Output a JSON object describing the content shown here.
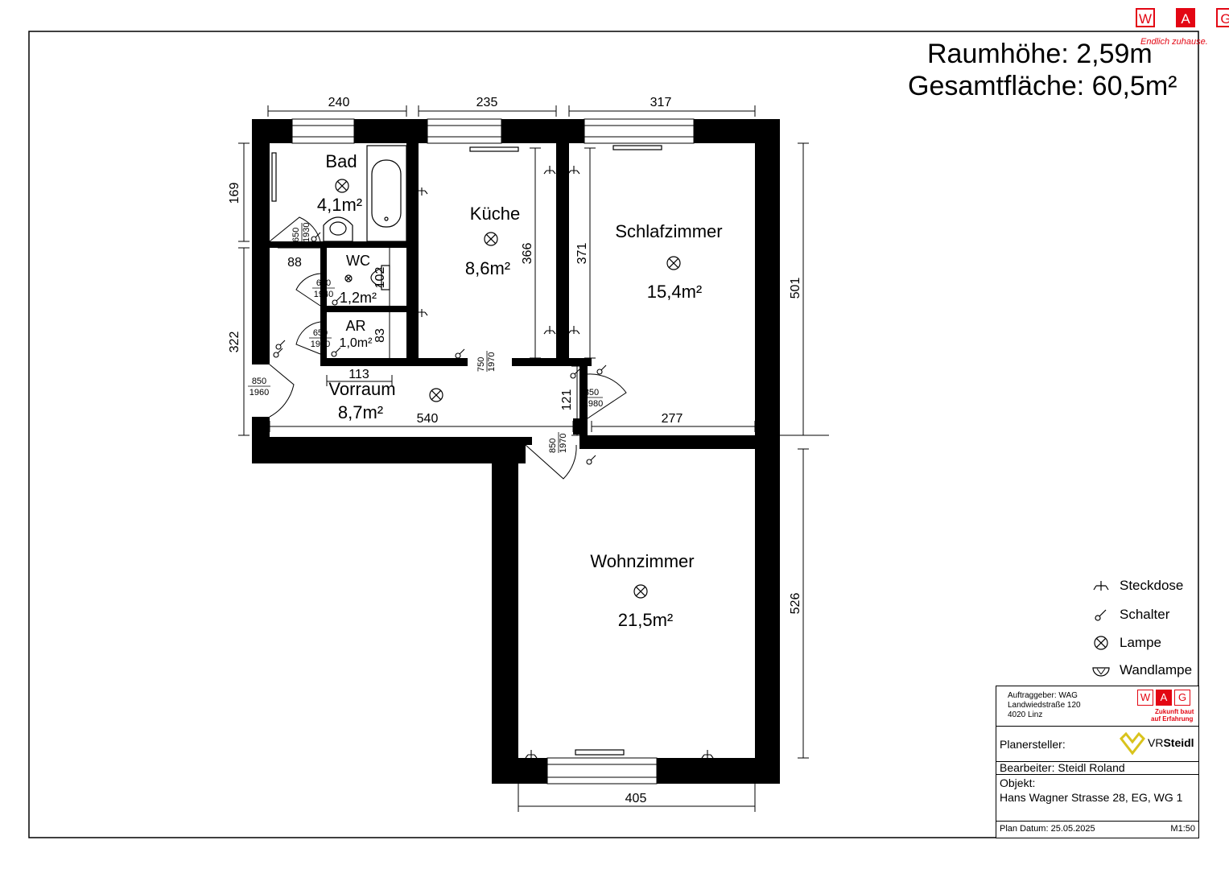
{
  "header": {
    "room_height": "Raumhöhe: 2,59m",
    "total_area": "Gesamtfläche: 60,5m²"
  },
  "brand": {
    "letters": [
      "W",
      "A",
      "G"
    ],
    "slogan": "Endlich zuhause.",
    "color": "#e30613"
  },
  "rooms": [
    {
      "name": "Bad",
      "area": "4,1m²"
    },
    {
      "name": "WC",
      "area": "1,2m²"
    },
    {
      "name": "AR",
      "area": "1,0m²"
    },
    {
      "name": "Küche",
      "area": "8,6m²"
    },
    {
      "name": "Schlafzimmer",
      "area": "15,4m²"
    },
    {
      "name": "Vorraum",
      "area": "8,7m²"
    },
    {
      "name": "Wohnzimmer",
      "area": "21,5m²"
    }
  ],
  "dimensions": {
    "top_bad": "240",
    "top_kueche": "235",
    "top_schlaf": "317",
    "left_bad": "169",
    "left_vorraum": "322",
    "bad_door_width": "88",
    "wc_height": "102",
    "ar_height": "83",
    "ar_width": "113",
    "kueche_height": "366",
    "schlaf_height": "371",
    "right_upper": "501",
    "right_lower": "526",
    "vorraum_width": "540",
    "vorraum_depth": "121",
    "schlaf_bottom": "277",
    "wohn_bottom": "405"
  },
  "doors": {
    "bad": [
      "650",
      "1930"
    ],
    "wc": [
      "650",
      "1940"
    ],
    "ar": [
      "650",
      "1940"
    ],
    "entry": [
      "850",
      "1960"
    ],
    "kueche": [
      "750",
      "1970"
    ],
    "schlaf": [
      "850",
      "1980"
    ],
    "wohn": [
      "850",
      "1970"
    ]
  },
  "legend": [
    {
      "icon": "socket-icon",
      "label": "Steckdose"
    },
    {
      "icon": "switch-icon",
      "label": "Schalter"
    },
    {
      "icon": "lamp-icon",
      "label": "Lampe"
    },
    {
      "icon": "wall-lamp-icon",
      "label": "Wandlampe"
    }
  ],
  "title_block": {
    "client_line1": "Auftraggeber: WAG",
    "client_line2": "Landwiedstraße 120",
    "client_line3": "4020 Linz",
    "client_slogan1": "Zukunft baut",
    "client_slogan2": "auf Erfahrung",
    "planer_label": "Planersteller:",
    "planer_logo_a": "VR",
    "planer_logo_b": "Steidl",
    "editor": "Bearbeiter: Steidl Roland",
    "object_label": "Objekt:",
    "object_value": "Hans Wagner Strasse 28, EG, WG 1",
    "plan_date": "Plan Datum: 25.05.2025",
    "scale": "M1:50"
  }
}
